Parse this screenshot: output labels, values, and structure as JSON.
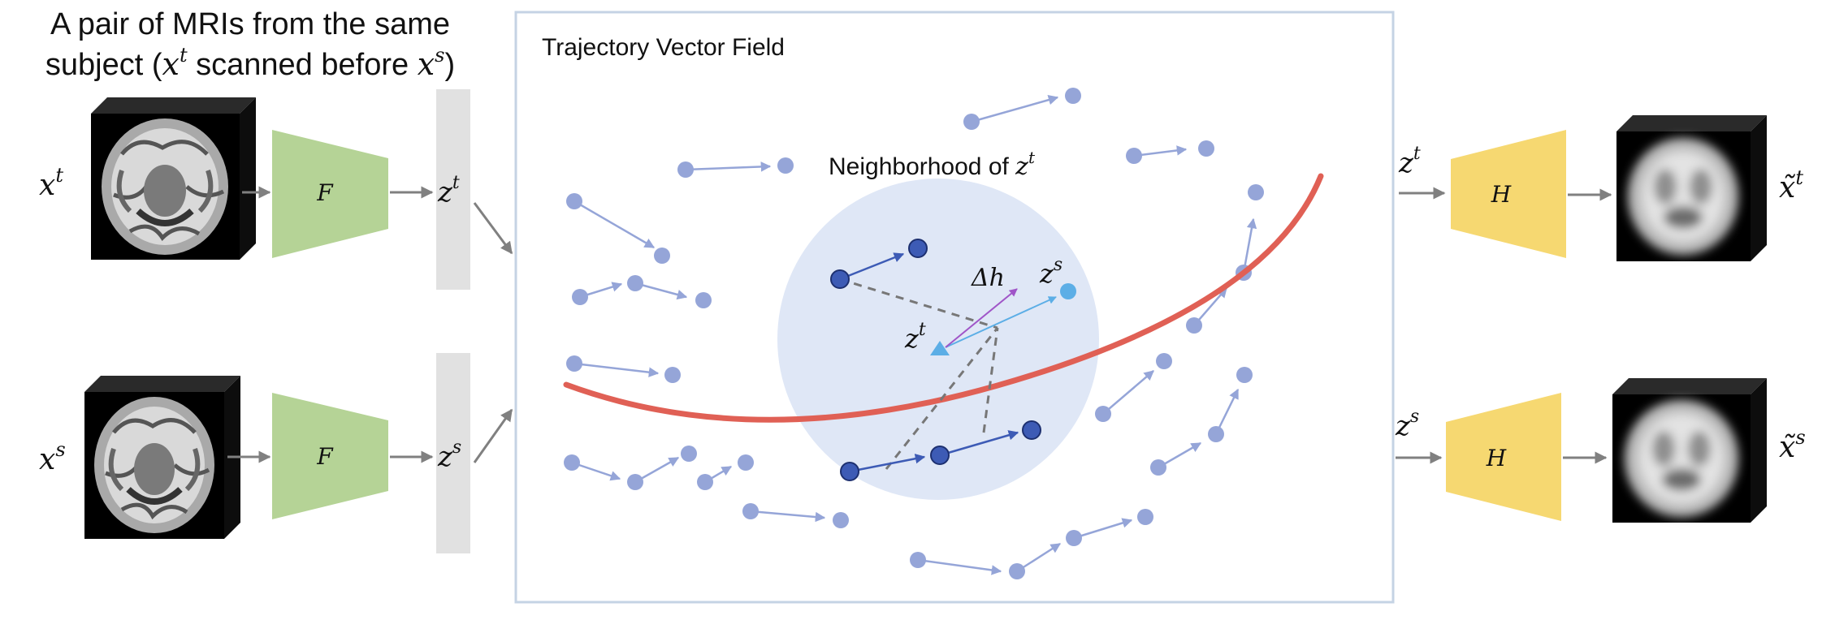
{
  "header": {
    "line1": "A pair of MRIs from the same",
    "line2_prefix": "subject (",
    "line2_var1": "x",
    "line2_var1_sup": "t",
    "line2_middle": " scanned before ",
    "line2_var2": "x",
    "line2_var2_sup": "s",
    "line2_suffix": ")"
  },
  "field": {
    "title": "Trajectory Vector Field",
    "neighborhood_prefix": "Neighborhood of ",
    "neighborhood_var": "z",
    "neighborhood_sup": "t"
  },
  "inputs": {
    "top": {
      "var": "x",
      "sup": "t"
    },
    "bottom": {
      "var": "x",
      "sup": "s"
    }
  },
  "encoder": {
    "label": "F"
  },
  "decoder": {
    "label": "H"
  },
  "latents": {
    "top": {
      "var": "z",
      "sup": "t"
    },
    "bottom": {
      "var": "z",
      "sup": "s"
    }
  },
  "outputs": {
    "top": {
      "var": "x̃",
      "sup": "t"
    },
    "bottom": {
      "var": "x̃",
      "sup": "s"
    }
  },
  "annotations": {
    "delta_h": "Δh",
    "zs_var": "z",
    "zs_sup": "s",
    "zt_var": "z",
    "zt_sup": "t"
  },
  "colors": {
    "encoder": "#b5d396",
    "decoder": "#f6d871",
    "latent_bar": "#e1e1e1",
    "field_border": "#c5d3e4",
    "neighborhood": "#dfe7f6",
    "vector": "#95a5d8",
    "vector_dark": "#3d5bb5",
    "trajectory": "#e06055",
    "zt_marker": "#5caee6",
    "delta_h": "#a055c8",
    "arrow_gray": "#7f7f7f"
  }
}
